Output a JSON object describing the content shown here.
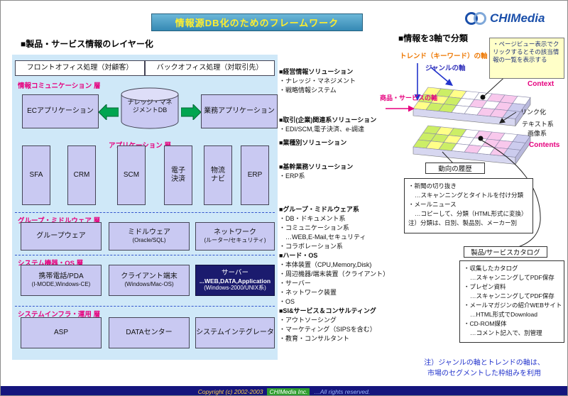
{
  "header": {
    "title": "情報源DB化のためのフレームワーク",
    "logo": "CHIMedia"
  },
  "left": {
    "heading": "■製品・サービス情報のレイヤー化",
    "office_boxes": [
      "フロントオフィス処理（対顧客）",
      "バックオフィス処理（対取引先）"
    ],
    "comm_layer": {
      "label": "情報コミュニケーション 層",
      "db_line1": "ナレッジ・マネ",
      "db_line2": "ジメントDB",
      "ec_app": "ECアプリケーション",
      "biz_app": "業務アプリケーション"
    },
    "app_layer": {
      "label": "アプリケーション 層",
      "boxes": [
        "SFA",
        "CRM",
        "SCM",
        "電子\n決済",
        "物流\nナビ",
        "ERP"
      ]
    },
    "middleware_layer": {
      "label": "グループ・ミドルウェア 層",
      "boxes": [
        {
          "l1": "グループウェア",
          "l2": ""
        },
        {
          "l1": "ミドルウェア",
          "l2": "(Oracle/SQL)"
        },
        {
          "l1": "ネットワーク",
          "l2": "(ルーター/セキュリティ)"
        }
      ]
    },
    "system_layer": {
      "label": "システム機器・OS 層",
      "boxes": [
        {
          "l1": "携帯電話/PDA",
          "l2": "(I-MODE,Windows-CE)"
        },
        {
          "l1": "クライアント端末",
          "l2": "(Windows/Mac-OS)"
        },
        {
          "l1": "サーバー",
          "l2": "...WEB,DATA,Application",
          "l3": "(Windows-2000/UNIX系)"
        }
      ]
    },
    "infra_layer": {
      "label": "システムインフラ・運用 層",
      "boxes": [
        {
          "l1": "ASP"
        },
        {
          "l1": "DATAセンター"
        },
        {
          "l1": "システムインテグレータ"
        }
      ]
    }
  },
  "solutions": [
    {
      "text": "■経営情報ソリューション",
      "cls": "hdr"
    },
    {
      "text": "・ナレッジ・マネジメント",
      "cls": "item"
    },
    {
      "text": "・戦略情報システム",
      "cls": "item"
    },
    {
      "text": "■取引(企業)関連系ソリューション",
      "cls": "hdr g29"
    },
    {
      "text": "・EDI/SCM,電子決済、e-調達",
      "cls": "item"
    },
    {
      "text": "■業種別ソリューション",
      "cls": "hdr g6"
    },
    {
      "text": "■基幹業務ソリューション",
      "cls": "hdr g21"
    },
    {
      "text": "・ERP系",
      "cls": "item"
    },
    {
      "text": "■グループ・ミドルウェア系",
      "cls": "hdr g34"
    },
    {
      "text": "・DB・ドキュメント系",
      "cls": "item"
    },
    {
      "text": "・コミュニケーション系",
      "cls": "item"
    },
    {
      "text": "…WEB,E-Mail,セキュリティ",
      "cls": "sub"
    },
    {
      "text": "・コラボレーション系",
      "cls": "item"
    },
    {
      "text": "■ハード・OS",
      "cls": "hdr"
    },
    {
      "text": "・本体装置（CPU,Memory,Disk)",
      "cls": "item"
    },
    {
      "text": "・周辺機器/端末装置（クライアント）",
      "cls": "item"
    },
    {
      "text": "・サーバー",
      "cls": "item"
    },
    {
      "text": "・ネットワーク装置",
      "cls": "item"
    },
    {
      "text": "・OS",
      "cls": "item"
    },
    {
      "text": "■SI&サービス＆コンサルティング",
      "cls": "hdr"
    },
    {
      "text": "・アウトソーシング",
      "cls": "item"
    },
    {
      "text": "・マーケティング（SIPSを含む）",
      "cls": "item"
    },
    {
      "text": "・教育・コンサルタント",
      "cls": "item"
    }
  ],
  "axes": {
    "heading": "■情報を3軸で分類",
    "trend_axis": "トレンド（キーワード）の軸",
    "genre_axis": "ジャンルの軸",
    "product_axis": "商品・サービスの軸",
    "note": "・ページビュー表示でクリックするとその該当情報の一覧を表示する",
    "context": "Context",
    "link": "リンク化",
    "text_type": "テキスト系",
    "image_type": "画像系",
    "contents": "Contents",
    "cube": {
      "palette": {
        "Y": "#ffff88",
        "G": "#ccee66",
        "P": "#f8c8ec",
        "W": "#ffffff",
        "L": "#ccccee"
      },
      "top_layer": [
        "YGYWWPPW",
        "GYGWPWPL",
        "YGGWWPPL"
      ],
      "bottom_layer": [
        "GYGWPPWL",
        "GGYWWPPL",
        "GYGWPWPL"
      ]
    }
  },
  "history": {
    "title": "動向の履歴",
    "items": [
      {
        "text": "・新聞の切り抜き",
        "cls": "item"
      },
      {
        "text": "…スキャンニングとタイトルを付け分類",
        "cls": "sub"
      },
      {
        "text": "・メールニュース",
        "cls": "item"
      },
      {
        "text": "…コピーして、分類（HTML形式に変換）",
        "cls": "sub"
      },
      {
        "text": "注）分類は、日別、製品別、メーカー別",
        "cls": "item"
      }
    ]
  },
  "catalog": {
    "title": "製品/サービスカタログ",
    "items": [
      {
        "text": "・収集したカタログ",
        "cls": "item"
      },
      {
        "text": "…スキャンニングしてPDF保存",
        "cls": "sub"
      },
      {
        "text": "・プレゼン資料",
        "cls": "item"
      },
      {
        "text": "…スキャンニングしてPDF保存",
        "cls": "sub"
      },
      {
        "text": "・メールマガジンの紹介WEBサイト",
        "cls": "item"
      },
      {
        "text": "…HTML形式でDownload",
        "cls": "sub"
      },
      {
        "text": "・CD-ROM媒体",
        "cls": "item"
      },
      {
        "text": "…コメント記入で、別管理",
        "cls": "sub"
      }
    ]
  },
  "bottom_note": {
    "line1": "注）ジャンルの軸とトレンドの軸は、",
    "line2": "市場のセグメントした枠組みを利用"
  },
  "footer": {
    "copyright": "Copyright (c) 2002-2003",
    "company": "CHIMedia Inc.",
    "rights": "…All rights reserved."
  }
}
